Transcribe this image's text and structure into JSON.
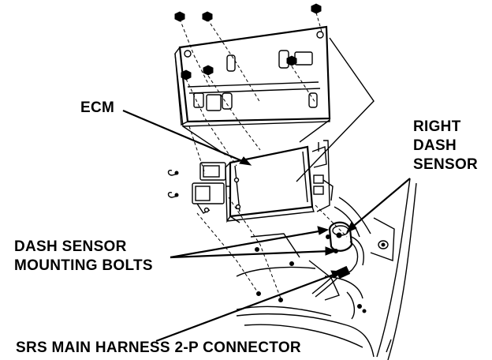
{
  "labels": {
    "ecm": "ECM",
    "right_dash_sensor_line1": "RIGHT",
    "right_dash_sensor_line2": "DASH",
    "right_dash_sensor_line3": "SENSOR",
    "mounting_bolts_line1": "DASH SENSOR",
    "mounting_bolts_line2": "MOUNTING BOLTS",
    "harness_connector": "SRS MAIN HARNESS 2-P CONNECTOR"
  },
  "colors": {
    "ink": "#000000",
    "paper": "#ffffff"
  }
}
